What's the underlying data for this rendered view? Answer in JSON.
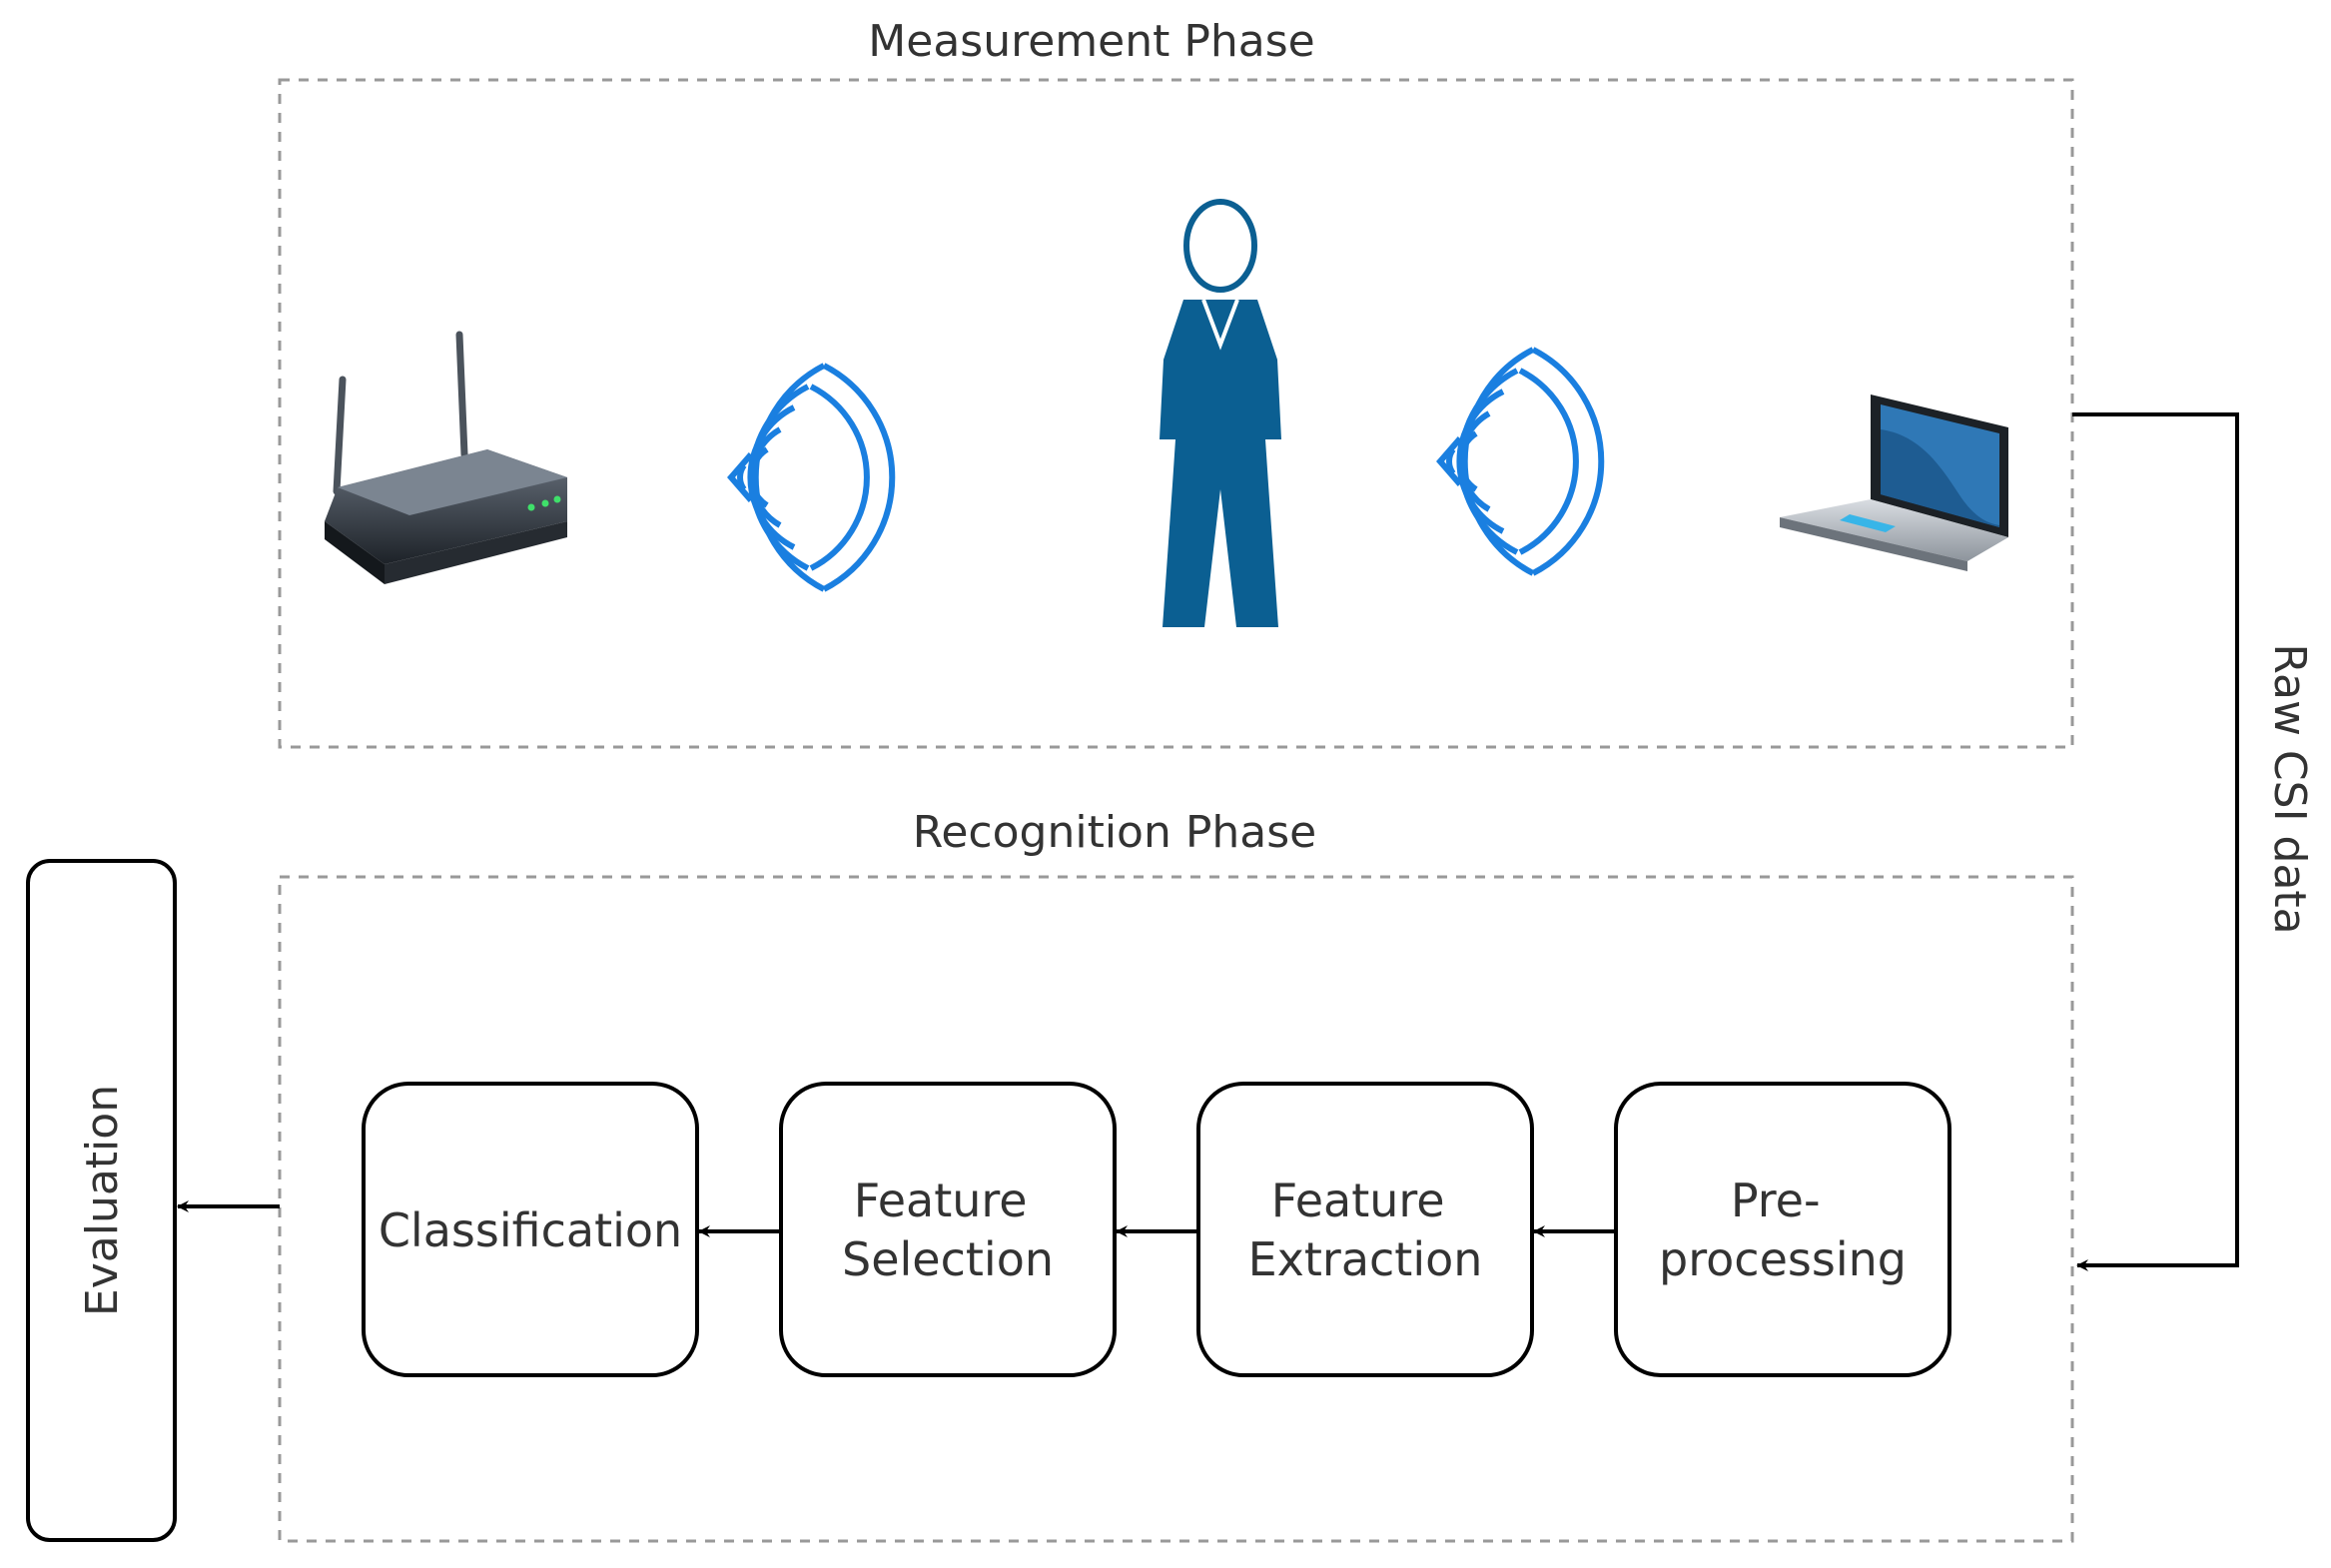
{
  "measurement_phase": {
    "title": "Measurement Phase",
    "icons": [
      "router-icon",
      "wifi-signal-icon",
      "person-icon",
      "wifi-signal-icon",
      "laptop-icon"
    ]
  },
  "recognition_phase": {
    "title": "Recognition Phase",
    "steps": [
      {
        "lines": [
          "Classification"
        ]
      },
      {
        "lines": [
          "Feature",
          "Selection"
        ]
      },
      {
        "lines": [
          "Feature",
          "Extraction"
        ]
      },
      {
        "lines": [
          "Pre-",
          "processing"
        ]
      }
    ]
  },
  "evaluation": {
    "label": "Evaluation"
  },
  "connector": {
    "label": "Raw CSI data"
  },
  "colors": {
    "stroke": "#000000",
    "dashed_border": "#999999",
    "wifi_blue": "#1a7fe0",
    "person_blue": "#0b5f92",
    "laptop_screen": "#2f78b6"
  }
}
